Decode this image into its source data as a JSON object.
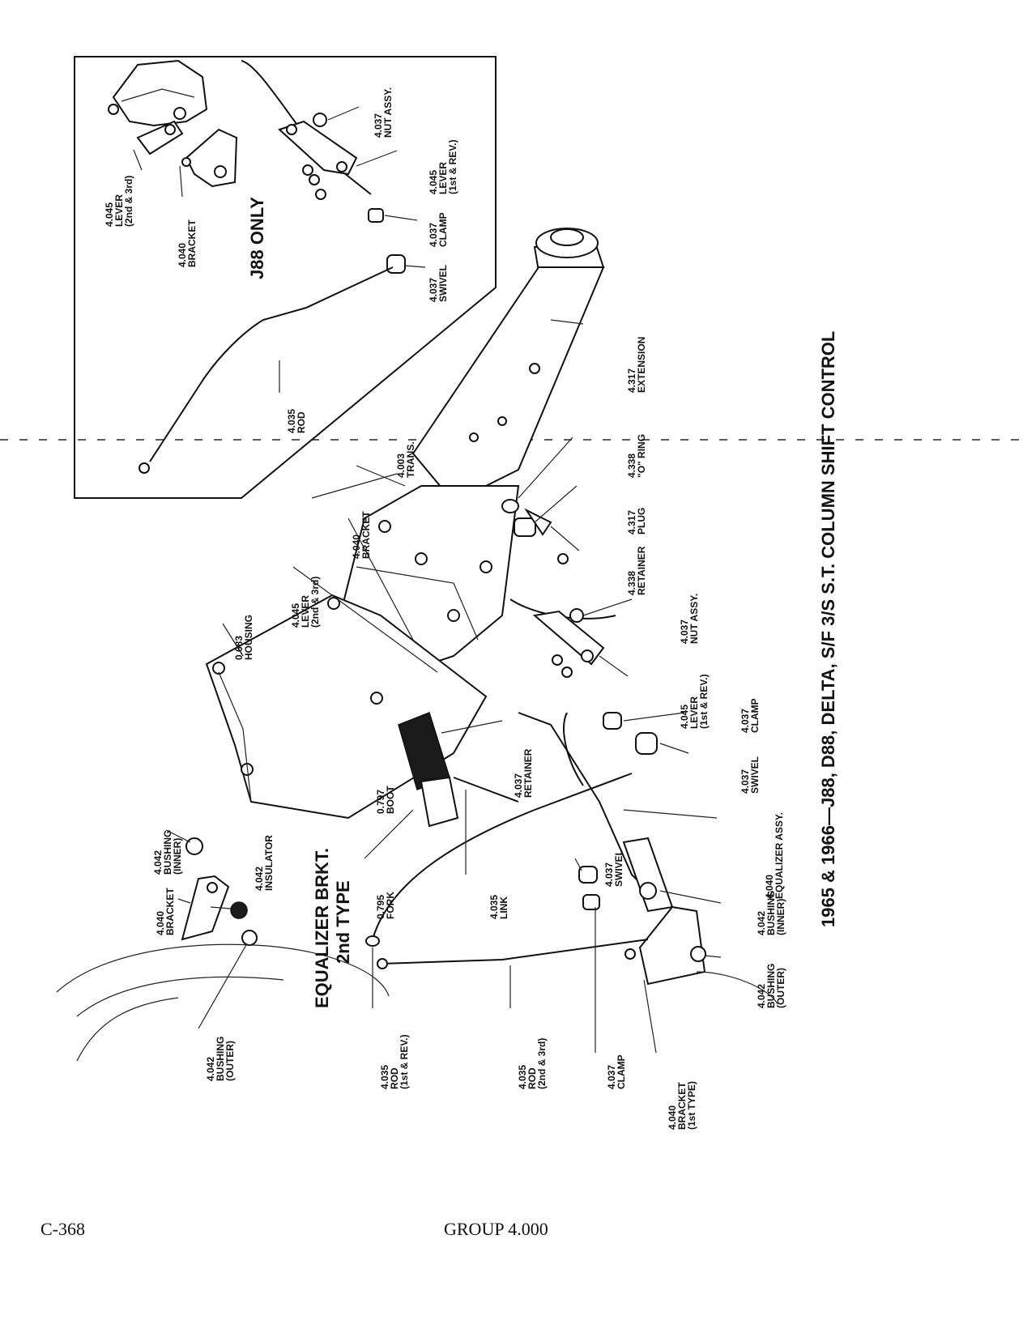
{
  "title": "1965 & 1966—J88, D88, DELTA, S/F 3/S S.T. COLUMN SHIFT CONTROL",
  "inset_title": "J88 ONLY",
  "equalizer_title": [
    "EQUALIZER BRKT.",
    "2nd TYPE"
  ],
  "footer": {
    "page_number": "C-368",
    "group": "GROUP 4.000"
  },
  "labels": {
    "inset_lever_2nd_3rd": [
      "4.045",
      "LEVER",
      "(2nd & 3rd)"
    ],
    "inset_bracket": [
      "4.040",
      "BRACKET"
    ],
    "inset_nut_assy": [
      "4.037",
      "NUT ASSY."
    ],
    "inset_lever_1st_rev": [
      "4.045",
      "LEVER",
      "(1st & REV.)"
    ],
    "inset_clamp": [
      "4.037",
      "CLAMP"
    ],
    "inset_swivel": [
      "4.037",
      "SWIVEL"
    ],
    "inset_rod": [
      "4.035",
      "ROD"
    ],
    "extension": [
      "4.317",
      "EXTENSION"
    ],
    "trans": [
      "4.003",
      "TRANS."
    ],
    "o_ring": [
      "4.338",
      "\"O\" RING"
    ],
    "plug": [
      "4.317",
      "PLUG"
    ],
    "retainer_338": [
      "4.338",
      "RETAINER"
    ],
    "bracket_040": [
      "4.040",
      "BRACKET"
    ],
    "lever_2nd_3rd": [
      "4.045",
      "LEVER",
      "(2nd & 3rd)"
    ],
    "housing": [
      "0.683",
      "HOUSING"
    ],
    "nut_assy": [
      "4.037",
      "NUT ASSY."
    ],
    "lever_1st_rev": [
      "4.045",
      "LEVER",
      "(1st & REV.)"
    ],
    "clamp_037": [
      "4.037",
      "CLAMP"
    ],
    "swivel_037": [
      "4.037",
      "SWIVEL"
    ],
    "retainer_037": [
      "4.037",
      "RETAINER"
    ],
    "boot": [
      "0.797",
      "BOOT"
    ],
    "equalizer_assy": [
      "4.040",
      "EQUALIZER ASSY."
    ],
    "fork": [
      "0.795",
      "FORK"
    ],
    "link": [
      "4.035",
      "LINK"
    ],
    "swivel_lower": [
      "4.037",
      "SWIVEL"
    ],
    "bushing_inner_left": [
      "4.042",
      "BUSHING",
      "(INNER)"
    ],
    "insulator": [
      "4.042",
      "INSULATOR"
    ],
    "bracket_left": [
      "4.040",
      "BRACKET"
    ],
    "bushing_outer_left": [
      "4.042",
      "BUSHING",
      "(OUTER)"
    ],
    "bushing_inner_right": [
      "4.042",
      "BUSHING",
      "(INNER)"
    ],
    "bushing_outer_right": [
      "4.042",
      "BUSHING",
      "(OUTER)"
    ],
    "rod_1st_rev": [
      "4.035",
      "ROD",
      "(1st & REV.)"
    ],
    "rod_2nd_3rd": [
      "4.035",
      "ROD",
      "(2nd & 3rd)"
    ],
    "clamp_lower": [
      "4.037",
      "CLAMP"
    ],
    "bracket_1st_type": [
      "4.040",
      "BRACKET",
      "(1st TYPE)"
    ]
  }
}
